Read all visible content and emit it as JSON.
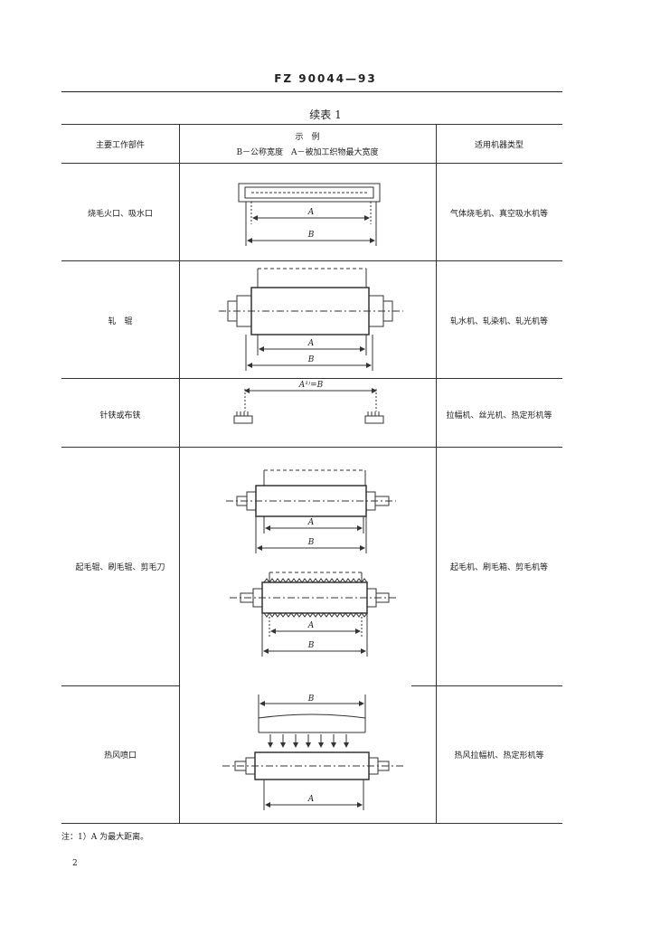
{
  "header": {
    "code": "FZ 90044—93"
  },
  "table": {
    "title": "续表 1",
    "headers": {
      "component": "主要工作部件",
      "example_title": "示　例",
      "example_legend": "B－公称宽度　A－被加工织物最大宽度",
      "machine_types": "适用机器类型"
    },
    "rows": [
      {
        "component": "烧毛火口、吸水口",
        "machines": "气体烧毛机、真空吸水机等",
        "labels": [
          "A",
          "B"
        ]
      },
      {
        "component": "轧　辊",
        "machines": "轧水机、轧染机、轧光机等",
        "labels": [
          "A",
          "B"
        ]
      },
      {
        "component": "针铗或布铗",
        "machines": "拉幅机、丝光机、热定形机等",
        "labels": [
          "A¹⁾=B"
        ]
      },
      {
        "component": "起毛辊、刷毛辊、剪毛刀",
        "machines": "起毛机、刷毛箱、剪毛机等",
        "labels": [
          "A",
          "B",
          "A",
          "B"
        ]
      },
      {
        "component": "热风喷口",
        "machines": "热风拉幅机、热定形机等",
        "labels": [
          "B",
          "A"
        ]
      }
    ]
  },
  "footnote": "注：1）A 为最大距离。",
  "page_number": "2"
}
